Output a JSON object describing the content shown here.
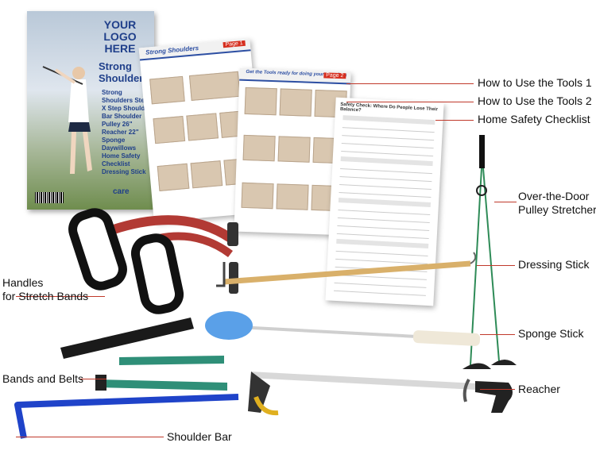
{
  "booklet": {
    "logo_text": "YOUR LOGO HERE",
    "title": "Strong Shoulders",
    "items": "Strong Shoulders Step X Step Shoulder Bar Shoulder Pulley 26\" Reacher 22\" Sponge Daywillows Home Safety Checklist Dressing Stick",
    "brand": "care"
  },
  "pages": {
    "page1_header": "Strong Shoulders",
    "page2_header": "Get the Tools ready for doing your exercises",
    "page3_header": "Safety Check: Where Do People Lose Their Balance?"
  },
  "labels": {
    "how_to_use_1": "How to Use the Tools 1",
    "how_to_use_2": "How to Use the Tools 2",
    "home_safety": "Home Safety Checklist",
    "pulley_line1": "Over-the-Door",
    "pulley_line2": "Pulley Stretcher",
    "dressing_stick": "Dressing Stick",
    "handles_line1": "Handles",
    "handles_line2": "for Stretch Bands",
    "sponge_stick": "Sponge Stick",
    "bands_belts": "Bands and Belts",
    "reacher": "Reacher",
    "shoulder_bar": "Shoulder Bar"
  },
  "colors": {
    "leader_line": "#c0392b",
    "brand_blue": "#2d4fa3",
    "page_tag_red": "#d62f1f",
    "sponge_blue": "#5aa0e8",
    "handle_cream": "#efe8d8"
  }
}
